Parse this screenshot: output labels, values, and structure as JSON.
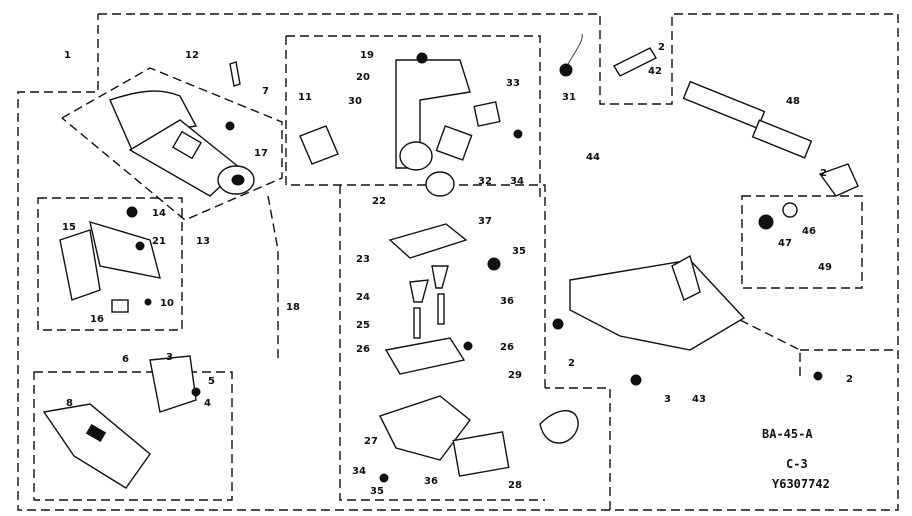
{
  "codes": {
    "ref": "BA-45-A",
    "sheet": "C-3",
    "part_number": "Y6307742"
  },
  "callouts": [
    {
      "text": "1"
    },
    {
      "text": "12"
    },
    {
      "text": "7"
    },
    {
      "text": "17"
    },
    {
      "text": "14"
    },
    {
      "text": "15"
    },
    {
      "text": "21"
    },
    {
      "text": "13"
    },
    {
      "text": "16"
    },
    {
      "text": "10"
    },
    {
      "text": "6"
    },
    {
      "text": "3"
    },
    {
      "text": "4"
    },
    {
      "text": "5"
    },
    {
      "text": "8"
    },
    {
      "text": "18"
    },
    {
      "text": "19"
    },
    {
      "text": "20"
    },
    {
      "text": "11"
    },
    {
      "text": "30"
    },
    {
      "text": "33"
    },
    {
      "text": "22"
    },
    {
      "text": "32"
    },
    {
      "text": "34"
    },
    {
      "text": "37"
    },
    {
      "text": "23"
    },
    {
      "text": "35"
    },
    {
      "text": "24"
    },
    {
      "text": "36"
    },
    {
      "text": "25"
    },
    {
      "text": "26"
    },
    {
      "text": "26"
    },
    {
      "text": "29"
    },
    {
      "text": "27"
    },
    {
      "text": "34"
    },
    {
      "text": "35"
    },
    {
      "text": "36"
    },
    {
      "text": "28"
    },
    {
      "text": "44"
    },
    {
      "text": "31"
    },
    {
      "text": "2"
    },
    {
      "text": "42"
    },
    {
      "text": "48"
    },
    {
      "text": "2"
    },
    {
      "text": "47"
    },
    {
      "text": "46"
    },
    {
      "text": "49"
    },
    {
      "text": "2"
    },
    {
      "text": "3"
    },
    {
      "text": "43"
    },
    {
      "text": "2"
    }
  ]
}
